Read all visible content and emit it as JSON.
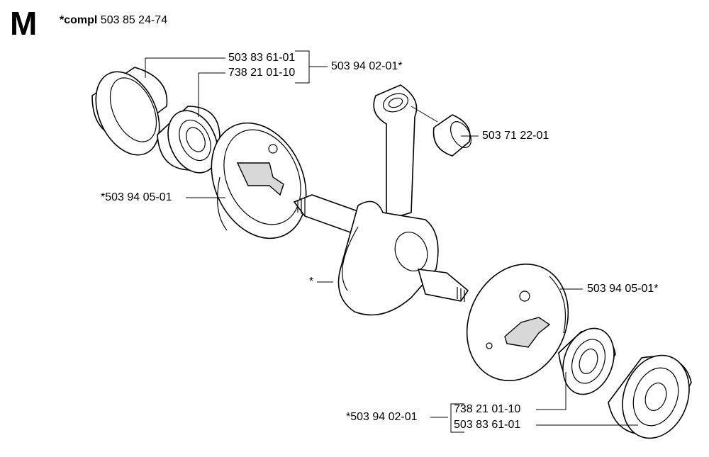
{
  "section": {
    "letter": "M"
  },
  "assembly": {
    "prefix": "*compl",
    "number": "503 85 24-74"
  },
  "callouts": {
    "upper_bearing_ring": "503 83 61-01",
    "upper_bearing": "738 21 01-10",
    "upper_bearing_group": "503 94 02-01*",
    "needle_bearing": "503 71 22-01",
    "left_crank_half": "*503 94 05-01",
    "crankshaft_star": "*",
    "right_crank_half": "503 94 05-01*",
    "lower_bearing_group": "*503 94 02-01",
    "lower_bearing": "738 21 01-10",
    "lower_bearing_ring": "503 83 61-01"
  }
}
